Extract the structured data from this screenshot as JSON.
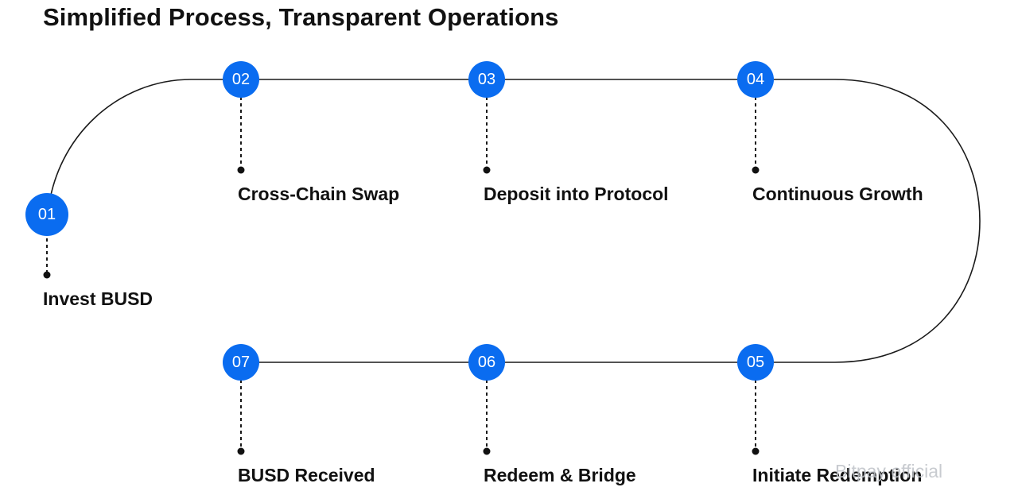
{
  "title": "Simplified Process, Transparent Operations",
  "accent_color": "#0a6cf0",
  "steps": [
    {
      "num": "01",
      "label": "Invest BUSD"
    },
    {
      "num": "02",
      "label": "Cross-Chain Swap"
    },
    {
      "num": "03",
      "label": "Deposit into Protocol"
    },
    {
      "num": "04",
      "label": "Continuous Growth"
    },
    {
      "num": "05",
      "label": "Initiate Redemption"
    },
    {
      "num": "06",
      "label": "Redeem & Bridge"
    },
    {
      "num": "07",
      "label": "BUSD Received"
    }
  ],
  "watermark": "Bitpay official"
}
